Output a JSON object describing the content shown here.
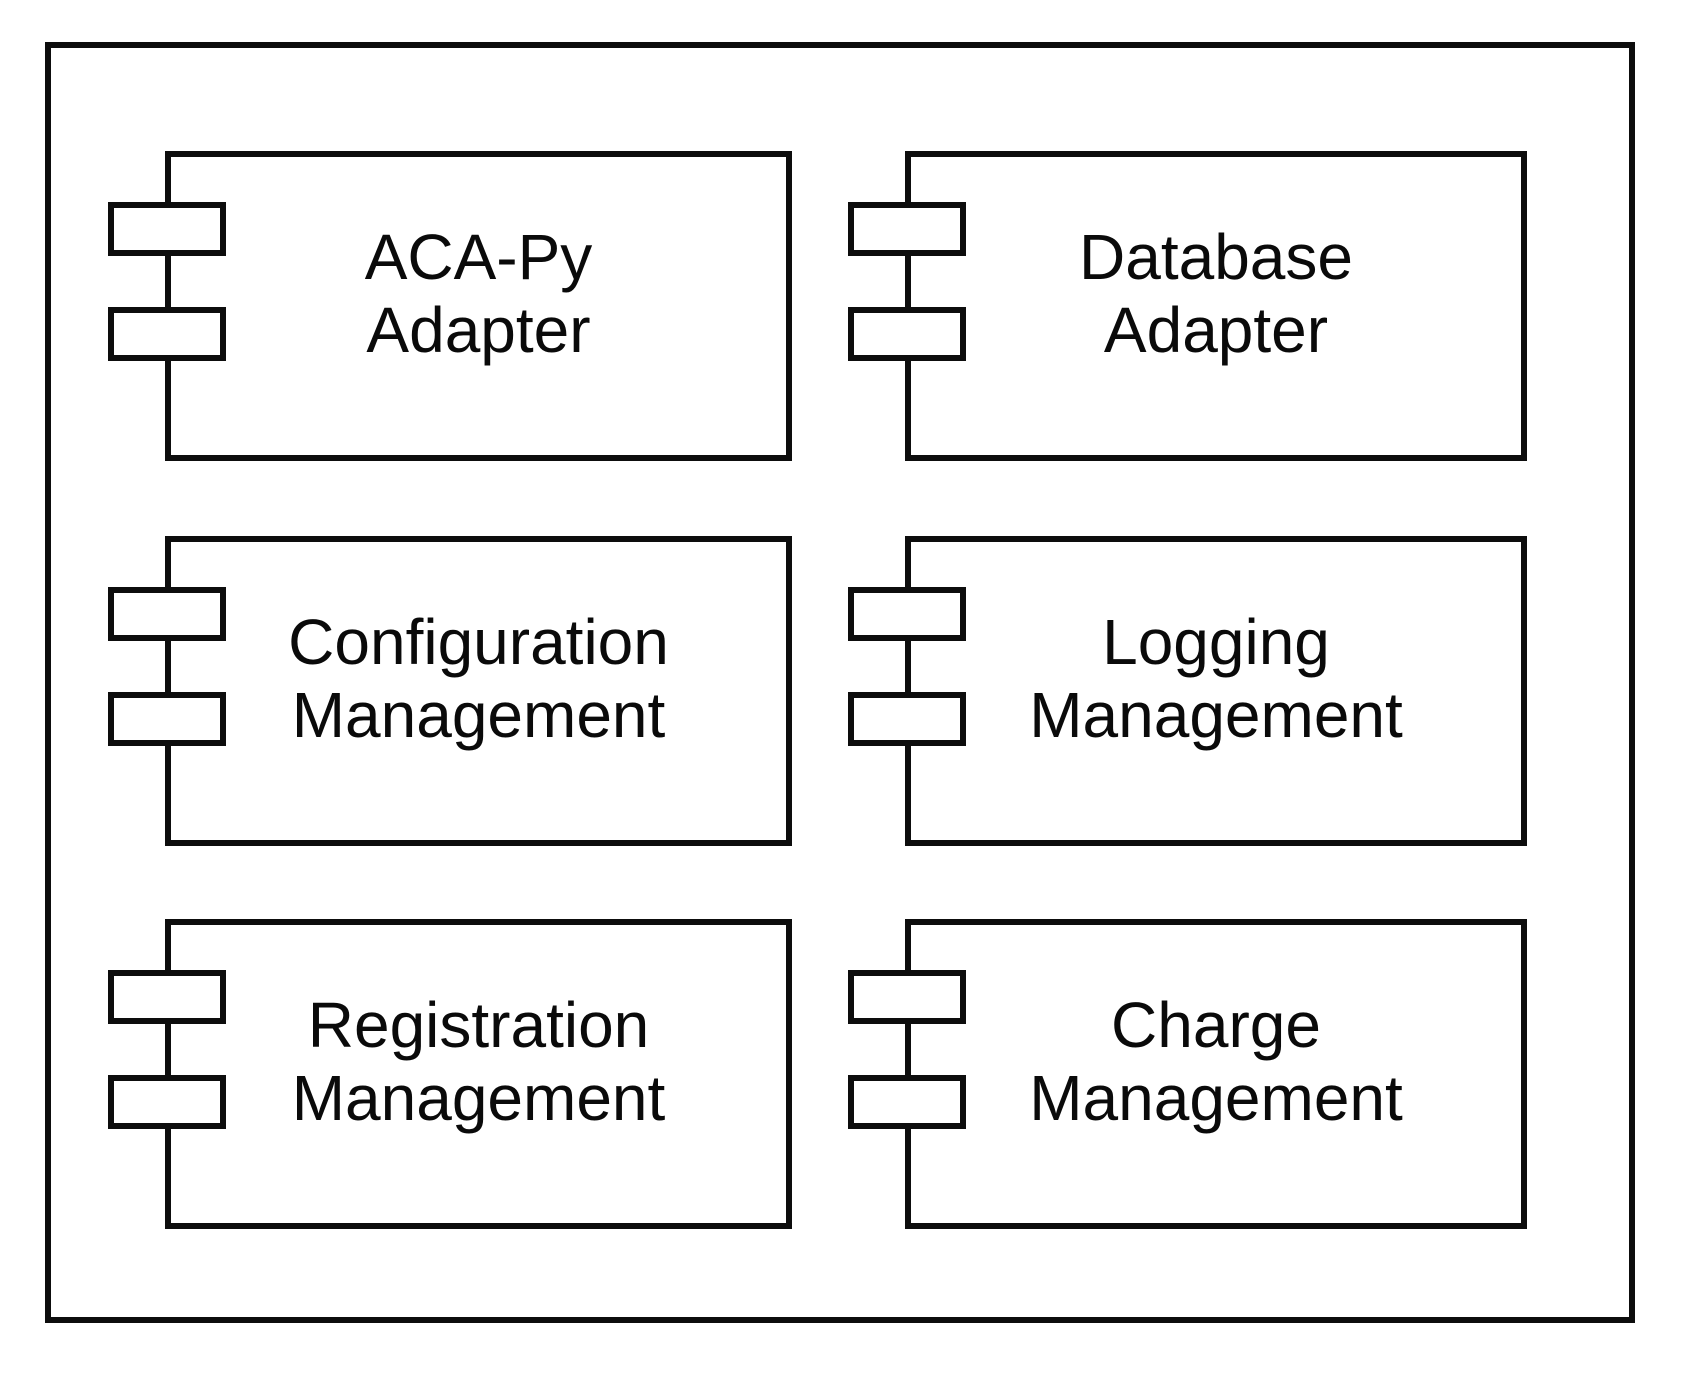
{
  "diagram": {
    "type": "uml-component-diagram",
    "background_color": "#ffffff",
    "line_color": "#0d0d0d",
    "text_color": "#0a0a0a",
    "components": [
      {
        "id": "aca-py-adapter",
        "label_line1": "ACA-Py",
        "label_line2": "Adapter",
        "row": 1,
        "column": 1
      },
      {
        "id": "database-adapter",
        "label_line1": "Database",
        "label_line2": "Adapter",
        "row": 1,
        "column": 2
      },
      {
        "id": "configuration-management",
        "label_line1": "Configuration",
        "label_line2": "Management",
        "row": 2,
        "column": 1
      },
      {
        "id": "logging-management",
        "label_line1": "Logging",
        "label_line2": "Management",
        "row": 2,
        "column": 2
      },
      {
        "id": "registration-management",
        "label_line1": "Registration",
        "label_line2": "Management",
        "row": 3,
        "column": 1
      },
      {
        "id": "charge-management",
        "label_line1": "Charge",
        "label_line2": "Management",
        "row": 3,
        "column": 2
      }
    ]
  }
}
